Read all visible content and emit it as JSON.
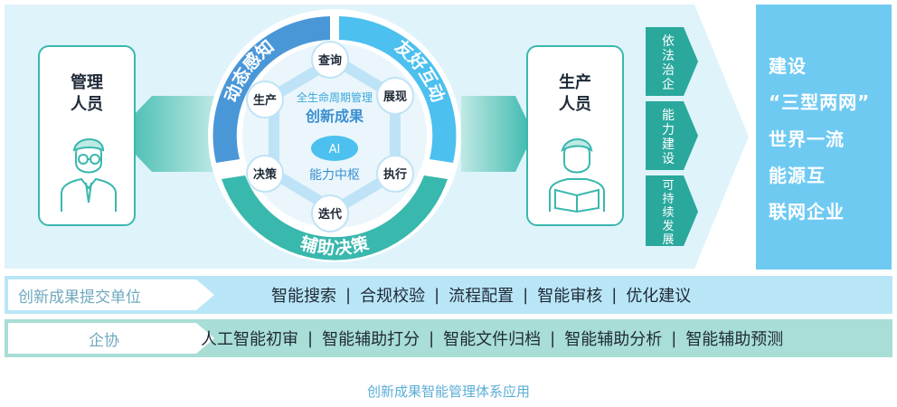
{
  "left_person": {
    "line1": "管理",
    "line2": "人员",
    "icon": "manager-person-icon"
  },
  "right_person": {
    "line1": "生产",
    "line2": "人员",
    "icon": "reader-person-icon"
  },
  "ring": {
    "left_arc": "动态感知",
    "right_arc": "友好互动",
    "bottom_arc": "辅助决策",
    "center_top": "全生命周期管理",
    "center_title": "创新成果",
    "center_ai": "AI",
    "center_bottom": "能力中枢",
    "nodes": [
      "查询",
      "展现",
      "执行",
      "迭代",
      "决策",
      "生产"
    ]
  },
  "side_tabs": [
    "依法治企",
    "能力建设",
    "可持续发展"
  ],
  "right_box": [
    "建设",
    "“三型两网”",
    "世界一流",
    "能源互",
    "联网企业"
  ],
  "bar1": {
    "label": "创新成果提交单位",
    "items": [
      "智能搜索",
      "合规校验",
      "流程配置",
      "智能审核",
      "优化建议"
    ]
  },
  "bar2": {
    "label": "企协",
    "items": [
      "人工智能初审",
      "智能辅助打分",
      "智能文件归档",
      "智能辅助分析",
      "智能辅助预测"
    ]
  },
  "caption": "创新成果智能管理体系应用",
  "colors": {
    "teal": "#39b8ad",
    "light_blue": "#6fcaf2",
    "ring_blue": "#4a97d8",
    "bg_panel": "#dff3fb"
  }
}
